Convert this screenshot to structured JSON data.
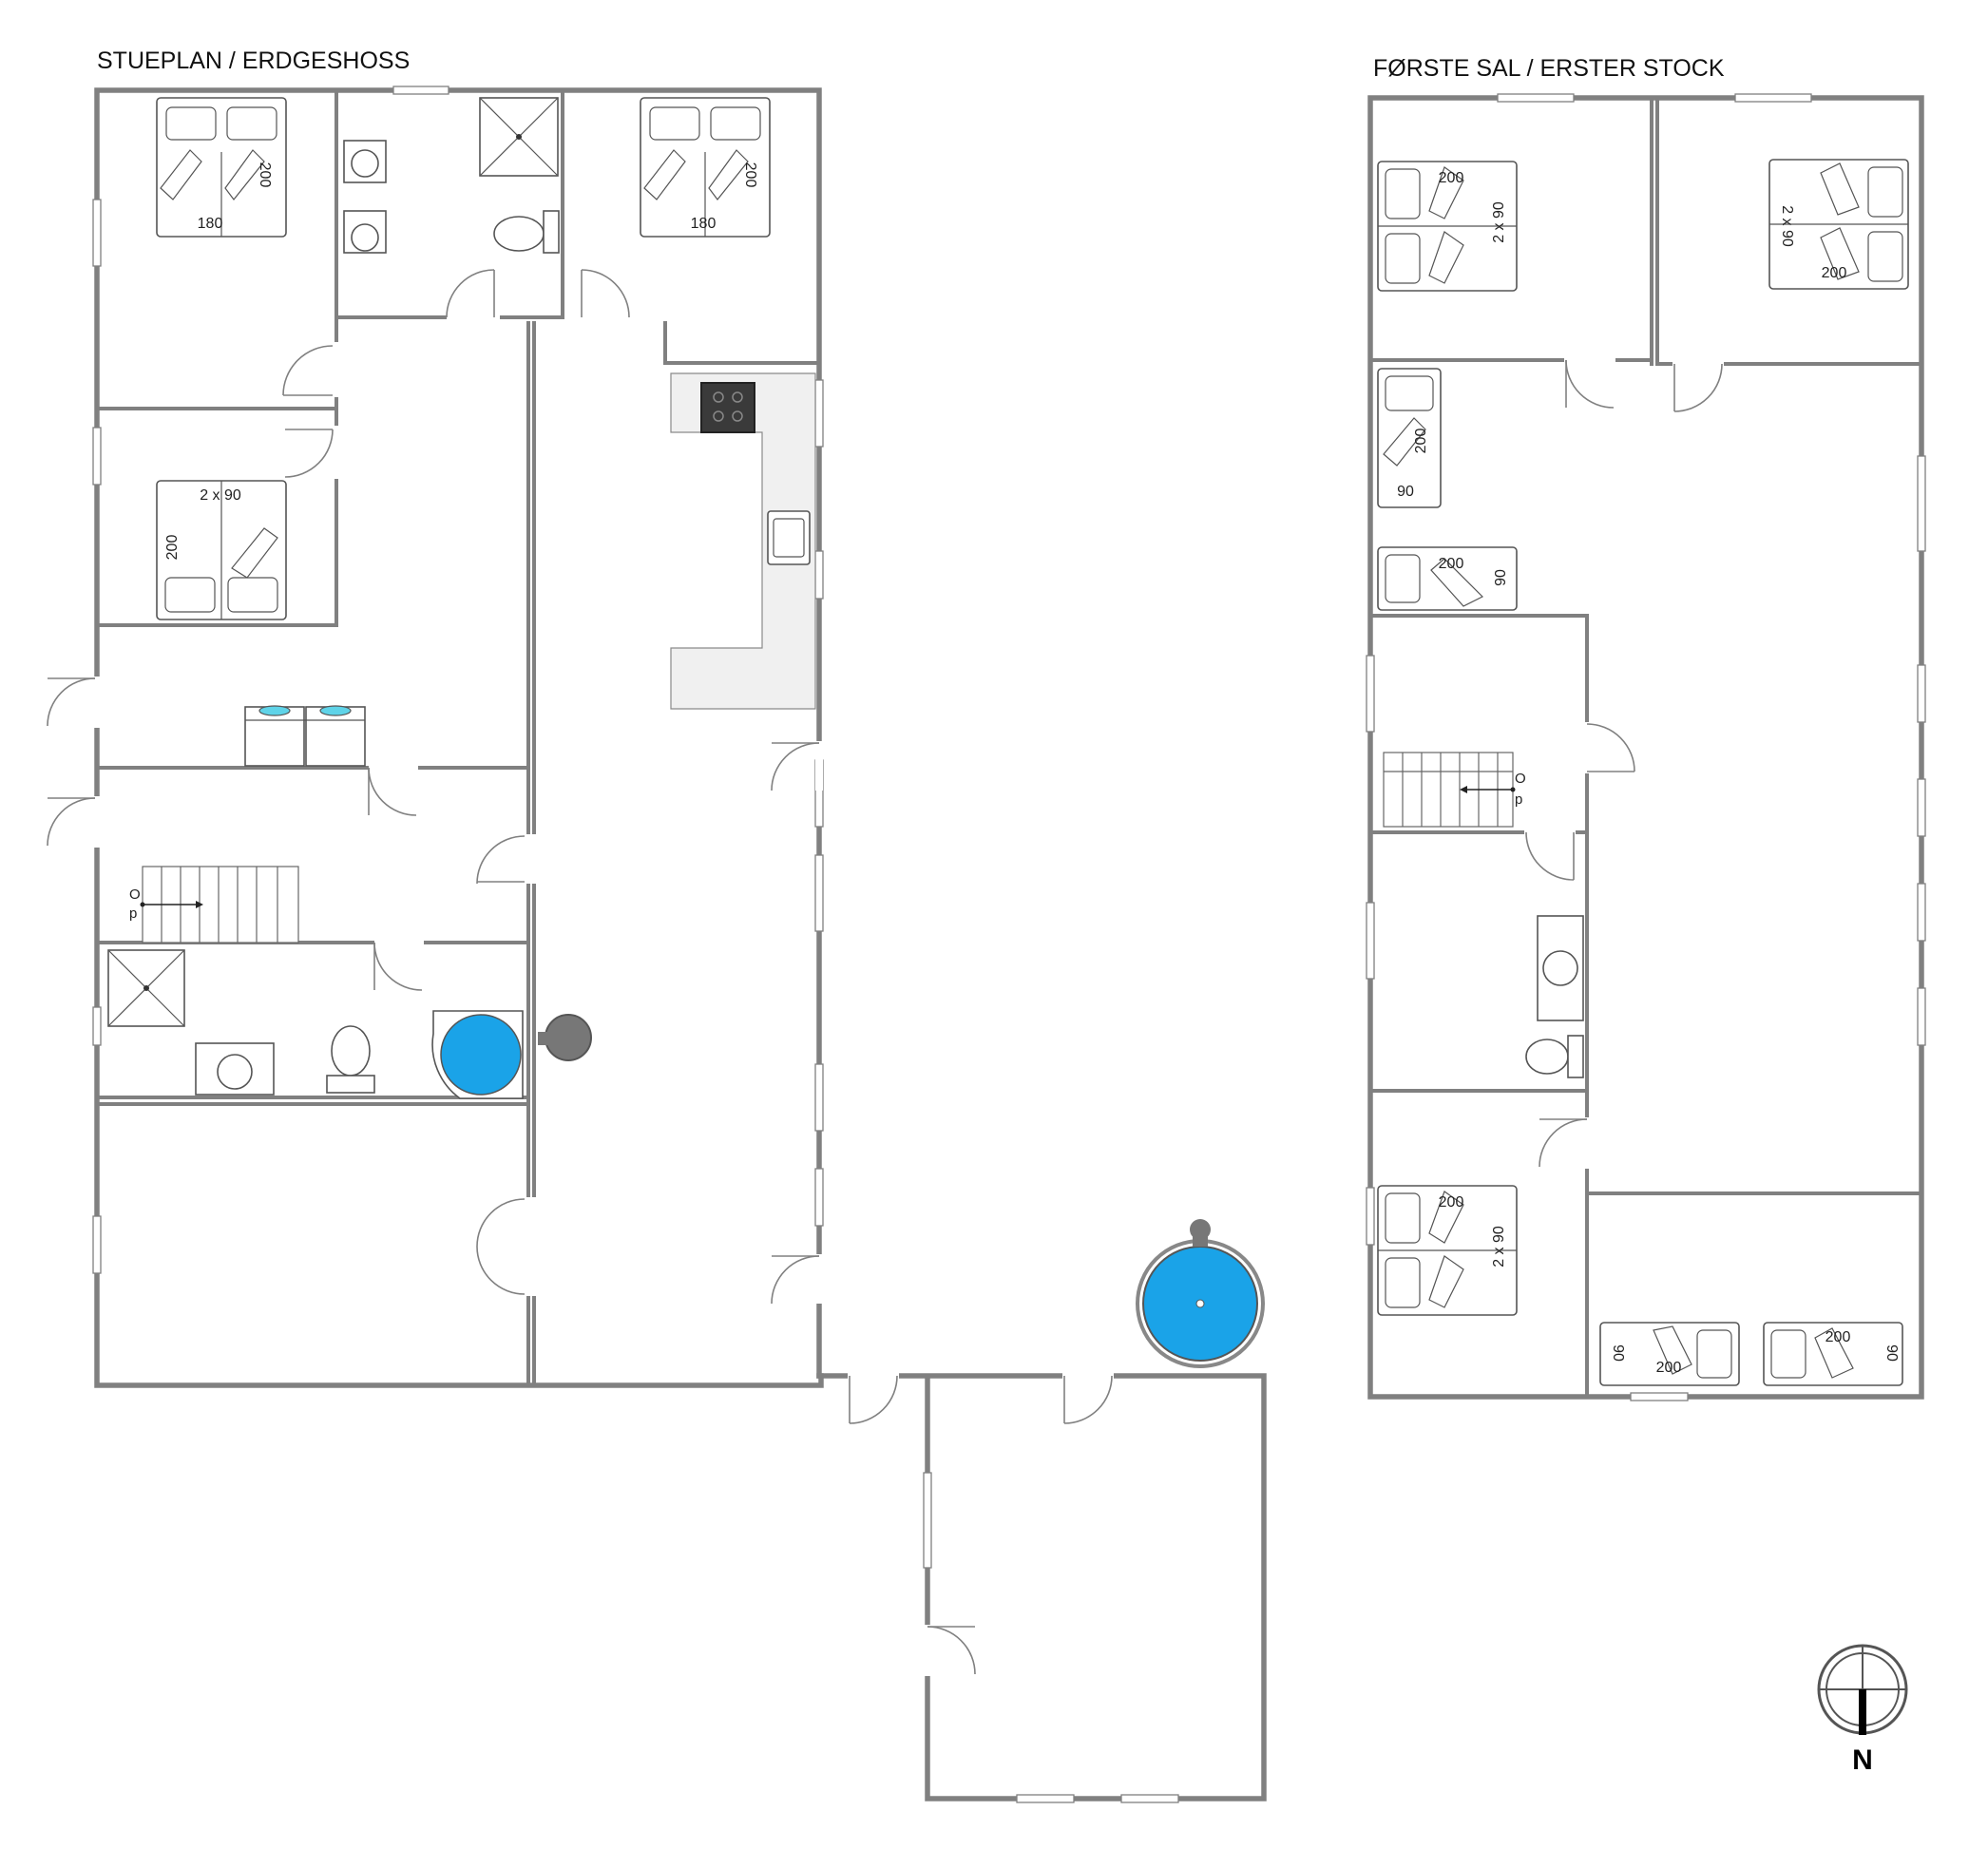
{
  "floors": {
    "ground": {
      "title": "STUEPLAN / ERDGESHOSS"
    },
    "first": {
      "title": "FØRSTE SAL / ERSTER STOCK"
    }
  },
  "bed_labels": {
    "g_bed1_width": "180",
    "g_bed1_length": "200",
    "g_bed2_width": "180",
    "g_bed2_length": "200",
    "g_bed3_width": "2 x 90",
    "g_bed3_length": "200",
    "f_bed1_length": "200",
    "f_bed1_width": "2 x 90",
    "f_bed2_length": "200",
    "f_bed2_width": "2 x 90",
    "f_bed3_length": "200",
    "f_bed3_width": "90",
    "f_bed4_length": "200",
    "f_bed4_width": "90",
    "f_bed5_length": "200",
    "f_bed5_width": "2 x 90",
    "f_bed6_length": "200",
    "f_bed6_width": "90",
    "f_bed7_length": "200",
    "f_bed7_width": "90"
  },
  "stairs": {
    "ground_up_o": "O",
    "ground_up_p": "p",
    "first_up_o": "O",
    "first_up_p": "p"
  },
  "compass": {
    "label": "N"
  }
}
